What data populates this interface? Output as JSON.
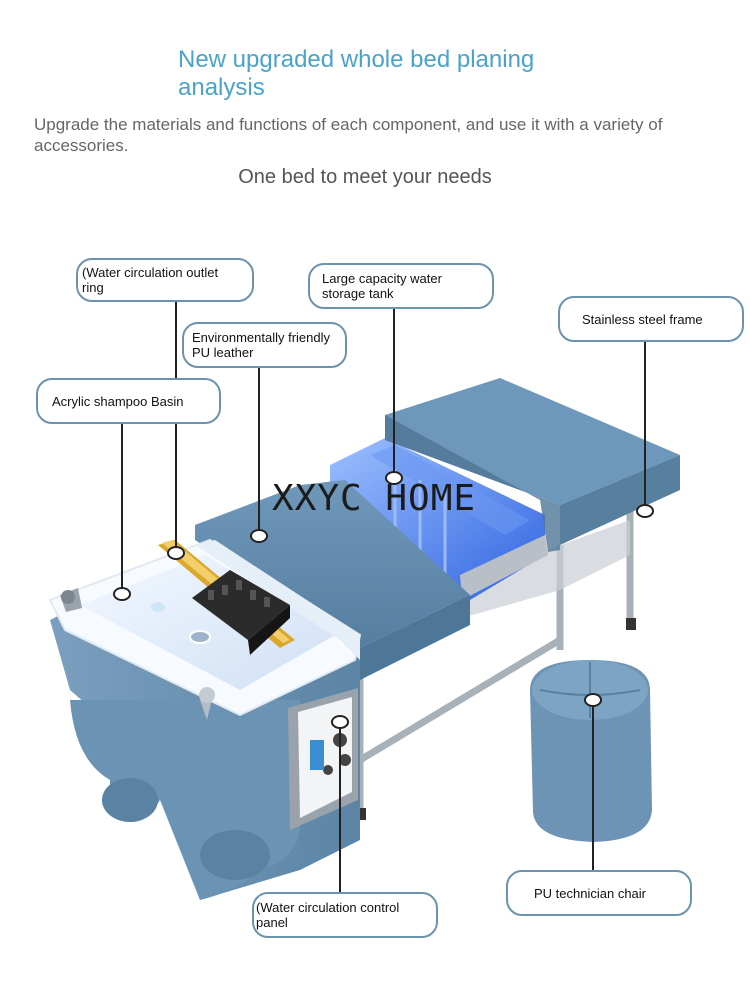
{
  "header": {
    "title": "New upgraded whole bed planing analysis",
    "subtitle": "Upgrade the materials and functions of each component, and use it with a variety of accessories.",
    "tagline": "One bed to meet your needs"
  },
  "labels": {
    "outlet_ring": "(Water circulation outlet ring",
    "pu_leather": "Environmentally friendly PU leather",
    "tank": "Large capacity water storage tank",
    "frame": "Stainless steel frame",
    "basin": "Acrylic shampoo Basin",
    "control_panel": "(Water circulation control panel",
    "chair": "PU technician chair"
  },
  "watermark": "XXYC HOME",
  "colors": {
    "accent": "#4aa3c8",
    "bed_blue": "#5f88a8",
    "label_border": "#6b93ad",
    "tank_blue": "#3d6fe0"
  }
}
